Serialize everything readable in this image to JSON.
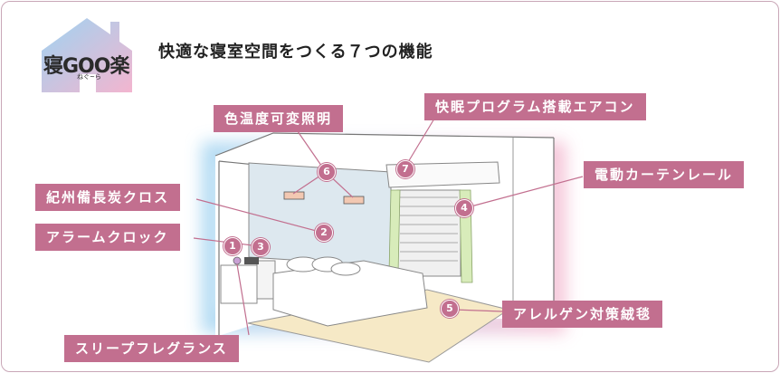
{
  "logo": {
    "main": "寝GOO楽",
    "sub": "ねぐ~ら"
  },
  "headline": "快適な寝室空間をつくる７つの機能",
  "features": [
    {
      "num": "1",
      "label": "スリープフレグランス"
    },
    {
      "num": "2",
      "label": "紀州備長炭クロス"
    },
    {
      "num": "3",
      "label": "アラームクロック"
    },
    {
      "num": "4",
      "label": "電動カーテンレール"
    },
    {
      "num": "5",
      "label": "アレルゲン対策絨毯"
    },
    {
      "num": "6",
      "label": "色温度可変照明"
    },
    {
      "num": "7",
      "label": "快眠プログラム搭載エアコン"
    }
  ],
  "colors": {
    "accent": "#c26f8f",
    "floor": "#f6e9c6",
    "glow_left": "#a9d7f2",
    "glow_right": "#f4bdd3"
  }
}
